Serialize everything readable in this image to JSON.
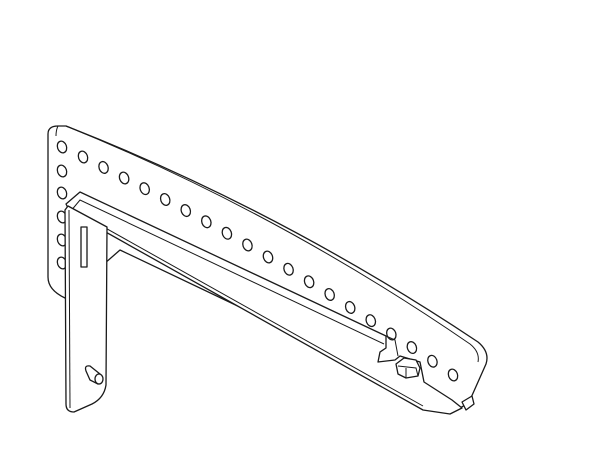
{
  "drawing": {
    "subject": "bracket",
    "line_color": "#1a1a1a",
    "background": "#ffffff",
    "column_holes": 6,
    "row_holes": 19
  }
}
